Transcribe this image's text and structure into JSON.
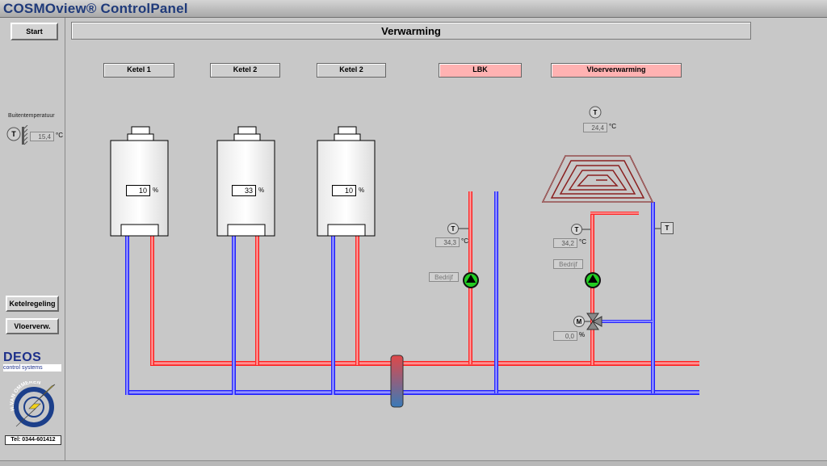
{
  "app": {
    "title": "COSMOview® ControlPanel"
  },
  "nav": {
    "start_label": "Start",
    "ketelregeling_label": "Ketelregeling",
    "vloerverw_label": "Vloerverw."
  },
  "page": {
    "title": "Verwarming"
  },
  "outside": {
    "label": "Buitentemperatuur",
    "value": "15,4",
    "unit": "°C"
  },
  "sensor_letter": "T",
  "motor_letter": "M",
  "sections": {
    "ketel1": "Ketel 1",
    "ketel2a": "Ketel 2",
    "ketel2b": "Ketel 2",
    "lbk": "LBK",
    "vloer": "Vloerverwarming"
  },
  "boilers": [
    {
      "value": "10",
      "unit": "%"
    },
    {
      "value": "33",
      "unit": "%"
    },
    {
      "value": "10",
      "unit": "%"
    }
  ],
  "lbk": {
    "temp": "34,3",
    "unit": "°C",
    "status": "Bedrijf"
  },
  "vloer": {
    "room_temp": "24,4",
    "room_unit": "°C",
    "supply_temp": "34,2",
    "supply_unit": "°C",
    "status": "Bedrijf",
    "valve": "0,0",
    "valve_unit": "%"
  },
  "brand": {
    "deos": "DEOS",
    "deos_sub": "control systems",
    "ommeren": "H.VAN OMMEREN",
    "phone": "Tel: 0344-601412"
  },
  "colors": {
    "supply": "#ff2a2a",
    "return": "#2a2aff",
    "pump": "#22cc22",
    "label_pink": "#ffb2b2"
  }
}
